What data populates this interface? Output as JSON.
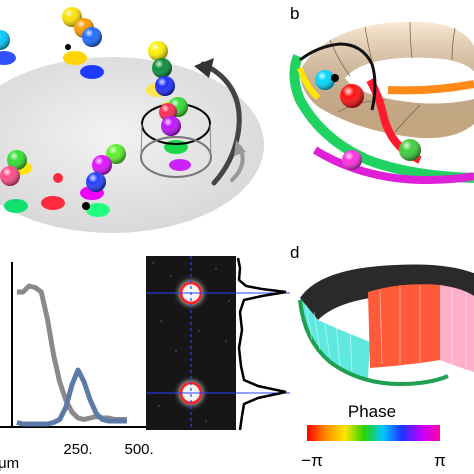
{
  "panels": {
    "b": "b",
    "d": "d"
  },
  "chart_data": {
    "type": "line",
    "x": [
      0,
      25,
      50,
      75,
      100,
      125,
      150,
      175,
      200,
      225,
      250,
      275,
      300,
      325,
      350,
      375,
      400,
      425,
      450
    ],
    "xlim": [
      -20,
      520
    ],
    "ylim": [
      0,
      1.08
    ],
    "xticks": [
      "250.",
      "500."
    ],
    "xlabel_partial": "μm",
    "series": [
      {
        "color": "#8a8a8a",
        "values": [
          0.9,
          0.9,
          0.94,
          0.93,
          0.9,
          0.72,
          0.48,
          0.3,
          0.18,
          0.1,
          0.06,
          0.05,
          0.06,
          0.07,
          0.06,
          0.06,
          0.05,
          0.05,
          0.05
        ]
      },
      {
        "color": "#5b7aa8",
        "values": [
          0.03,
          0.02,
          0.02,
          0.02,
          0.02,
          0.02,
          0.03,
          0.05,
          0.13,
          0.28,
          0.38,
          0.3,
          0.18,
          0.09,
          0.05,
          0.04,
          0.04,
          0.04,
          0.04
        ]
      }
    ]
  },
  "colorbar": {
    "title": "Phase",
    "min_label": "−π",
    "max_label": "π",
    "stops": [
      "#ff0000",
      "#ff8c00",
      "#ffe600",
      "#29d400",
      "#00c8ff",
      "#1e32ff",
      "#c000ff",
      "#ff00aa"
    ]
  }
}
